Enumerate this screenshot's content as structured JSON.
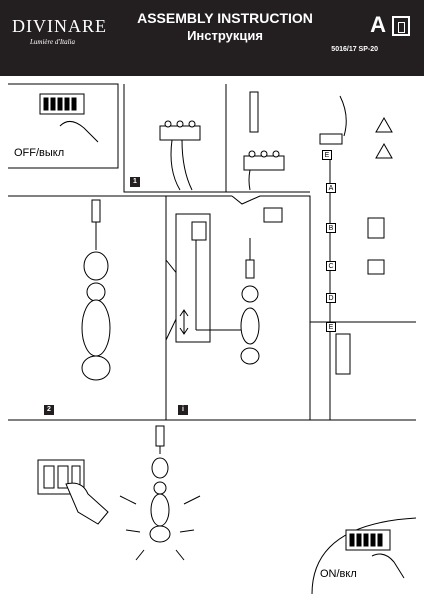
{
  "header": {
    "brand": "DIVINARE",
    "tagline": "Lumière d'Italia",
    "title_en": "ASSEMBLY INSTRUCTION",
    "title_ru": "Инструкция",
    "model": "5016/17 SP-20",
    "sheet": "A"
  },
  "power": {
    "off_label": "OFF/выкл",
    "on_label": "ON/вкл"
  },
  "steps": {
    "step1": "1",
    "step2": "2",
    "info": "i"
  },
  "parts": [
    "A",
    "B",
    "C",
    "D",
    "E",
    "E"
  ]
}
